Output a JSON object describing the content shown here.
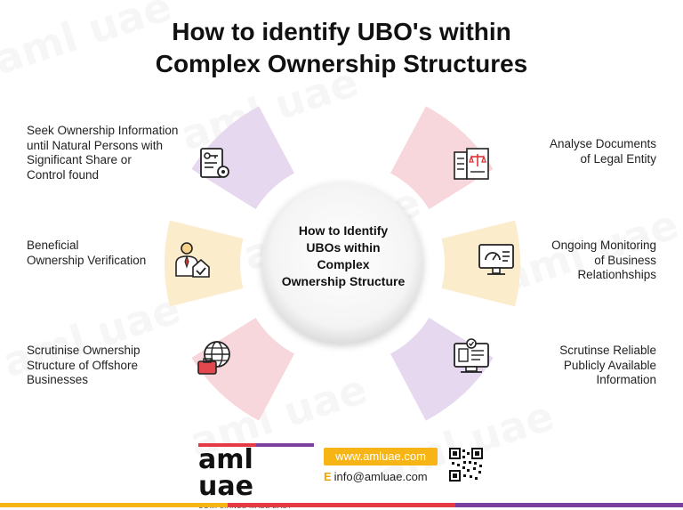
{
  "title": {
    "line1": "How to identify UBO's within",
    "line2": "Complex Ownership Structures"
  },
  "center": {
    "line1": "How to Identify",
    "line2": "UBOs within",
    "line3": "Complex",
    "line4": "Ownership Structure"
  },
  "steps": {
    "left1": {
      "lines": [
        "Seek Ownership Information",
        "until Natural Persons with",
        "Significant Share or",
        "Control found"
      ],
      "icon": "document-key-gear-icon",
      "color": "#e6d8ee"
    },
    "left2": {
      "lines": [
        "Beneficial",
        "Ownership Verification"
      ],
      "icon": "businessman-house-check-icon",
      "color": "#fbeccb"
    },
    "left3": {
      "lines": [
        "Scrutinise Ownership",
        "Structure of Offshore",
        "Businesses"
      ],
      "icon": "globe-briefcase-icon",
      "color": "#f7d6dc"
    },
    "right1": {
      "lines": [
        "Analyse Documents",
        "of Legal Entity"
      ],
      "icon": "documents-scale-icon",
      "color": "#f7d6dc"
    },
    "right2": {
      "lines": [
        "Ongoing Monitoring",
        "of Business",
        "Relationhships"
      ],
      "icon": "monitor-gauge-icon",
      "color": "#fbeccb"
    },
    "right3": {
      "lines": [
        "Scrutinse Reliable",
        "Publicly Available",
        "Information"
      ],
      "icon": "computer-checklist-icon",
      "color": "#e6d8ee"
    }
  },
  "footer": {
    "logo": "aml uae",
    "tagline": "COMPLIANCE MADE EASY",
    "website": "www.amluae.com",
    "email_prefix": "E",
    "email": "info@amluae.com",
    "qr_icon": "qr-code-icon"
  },
  "colors": {
    "purple": "#e6d8ee",
    "yellow": "#fbeccb",
    "pink": "#f7d6dc",
    "bar_yellow": "#f7b515",
    "bar_red": "#e63946",
    "bar_purple": "#7b3f9e"
  }
}
